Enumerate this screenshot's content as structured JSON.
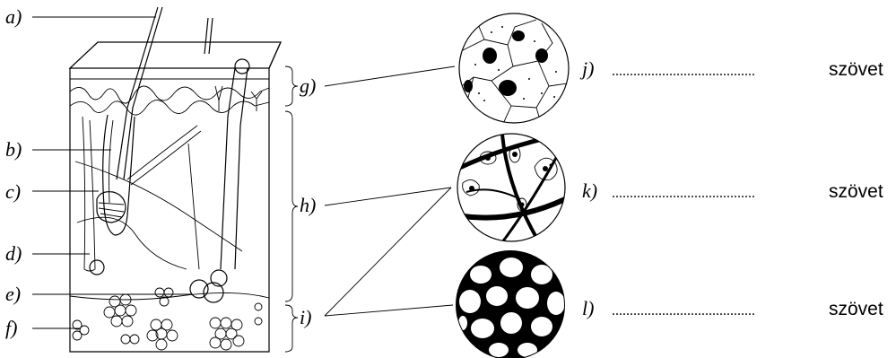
{
  "left_labels": [
    "a)",
    "b)",
    "c)",
    "d)",
    "e)",
    "f)"
  ],
  "brace_labels": [
    "g)",
    "h)",
    "i)"
  ],
  "tissue_labels": [
    "j)",
    "k)",
    "l)"
  ],
  "answer_blank": "........................................",
  "answer_word": "szövet",
  "colors": {
    "ink": "#000000",
    "paper": "#ffffff"
  },
  "icons": [
    "skin-cross-section",
    "epithelial-tissue-circle",
    "connective-tissue-circle",
    "adipose-tissue-circle"
  ]
}
